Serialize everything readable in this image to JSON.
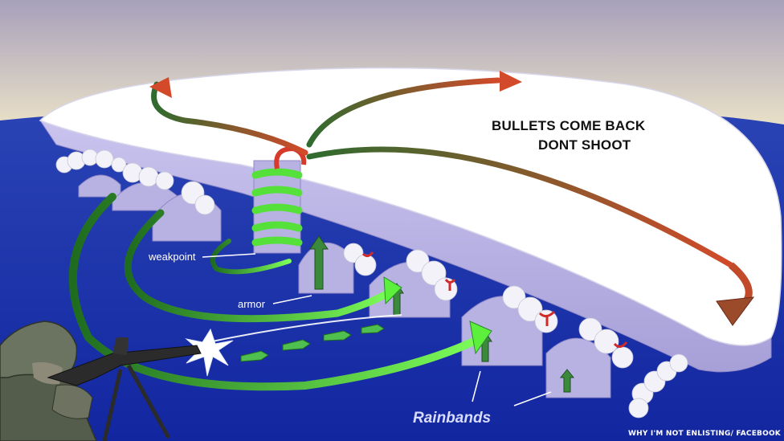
{
  "caption": {
    "line1": "BULLETS COME BACK",
    "line2": "DONT SHOOT"
  },
  "labels": {
    "weakpoint": "weakpoint",
    "armor": "armor",
    "rainbands": "Rainbands"
  },
  "credit": "WHY I'M NOT ENLISTING/ FACEBOOK",
  "colors": {
    "sky_top": "#a7a0bb",
    "sky_bottom": "#efe6c8",
    "ocean": "#1a2f9a",
    "cloud_top": "#ffffff",
    "cloud_side": "#b8b2e3",
    "arrow_green": "#3fd43f",
    "arrow_red": "#c0392b"
  },
  "icons": [
    "soldier-figure",
    "rifle-icon",
    "muzzle-flash-icon",
    "bullet-icon",
    "spiral-arrow-icon"
  ]
}
